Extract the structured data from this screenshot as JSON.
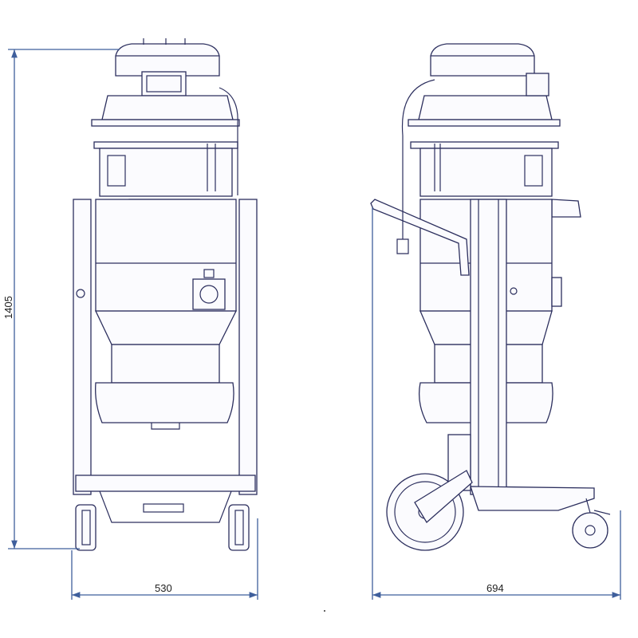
{
  "dimensions": {
    "height": "1405",
    "front_width": "530",
    "side_width": "694"
  },
  "colors": {
    "line": "#2c2f5e",
    "dimension": "#3f5f9c"
  }
}
